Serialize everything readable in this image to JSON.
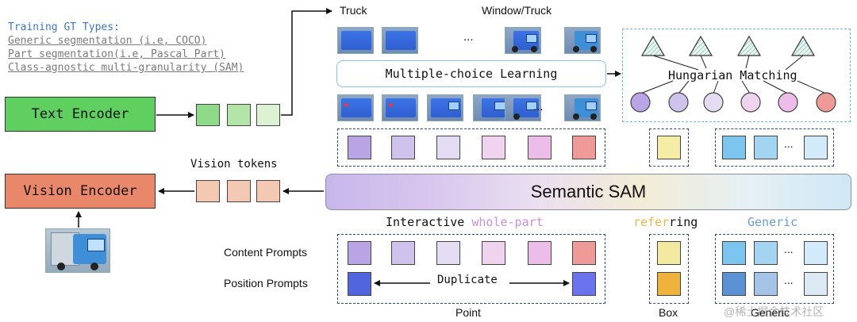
{
  "gt_types": {
    "title": "Training GT Types:",
    "items": [
      "Generic segmentation (i.e, COCO)",
      "Part segmentation(i.e, Pascal Part)",
      "Class-agnostic multi-granularity (SAM)"
    ]
  },
  "encoders": {
    "text": "Text Encoder",
    "vision": "Vision Encoder"
  },
  "vision_tokens_label": "Vision tokens",
  "top_labels": {
    "truck": "Truck",
    "window_truck": "Window/Truck",
    "ellipsis": "..."
  },
  "mcl_label": "Multiple-choice Learning",
  "hungarian_label": "Hungarian Matching",
  "semantic_sam_label": "Semantic SAM",
  "mode_labels": {
    "interactive": "Interactive",
    "whole_part": "whole-part",
    "refer": "refer",
    "ring": "ring",
    "generic": "Generic"
  },
  "prompts": {
    "content": "Content Prompts",
    "position": "Position Prompts",
    "duplicate": "Duplicate"
  },
  "bottom_labels": {
    "point": "Point",
    "box": "Box",
    "generic": "Generic"
  },
  "ellipsis": "...",
  "watermark": "@稀土掘金技术社区",
  "colors": {
    "text_encoder": "#5fcf5f",
    "vision_encoder": "#e8876a",
    "whole_part": "#c98fe0",
    "refer": "#e8b84a",
    "generic": "#6a9ad8",
    "gt_title": "#3a78c4",
    "dashed": "#2b4a6e",
    "hungarian_box": "#6bb7d8"
  },
  "query_colors": [
    "#b9a4e6",
    "#cfc2ec",
    "#e3dcf2",
    "#efd3ef",
    "#ebbde8",
    "#ee9a96"
  ],
  "generic_colors_top": [
    "#7cc5ee",
    "#a3d4f2",
    "#d2eaf9"
  ],
  "generic_colors_bottom": [
    "#5b92d6",
    "#a6c3e8",
    "#dde8f5"
  ],
  "position_colors": [
    "#5165de",
    "#6b74ec"
  ],
  "box_colors": {
    "content": "#f2eaa0",
    "position": "#efb23c"
  }
}
